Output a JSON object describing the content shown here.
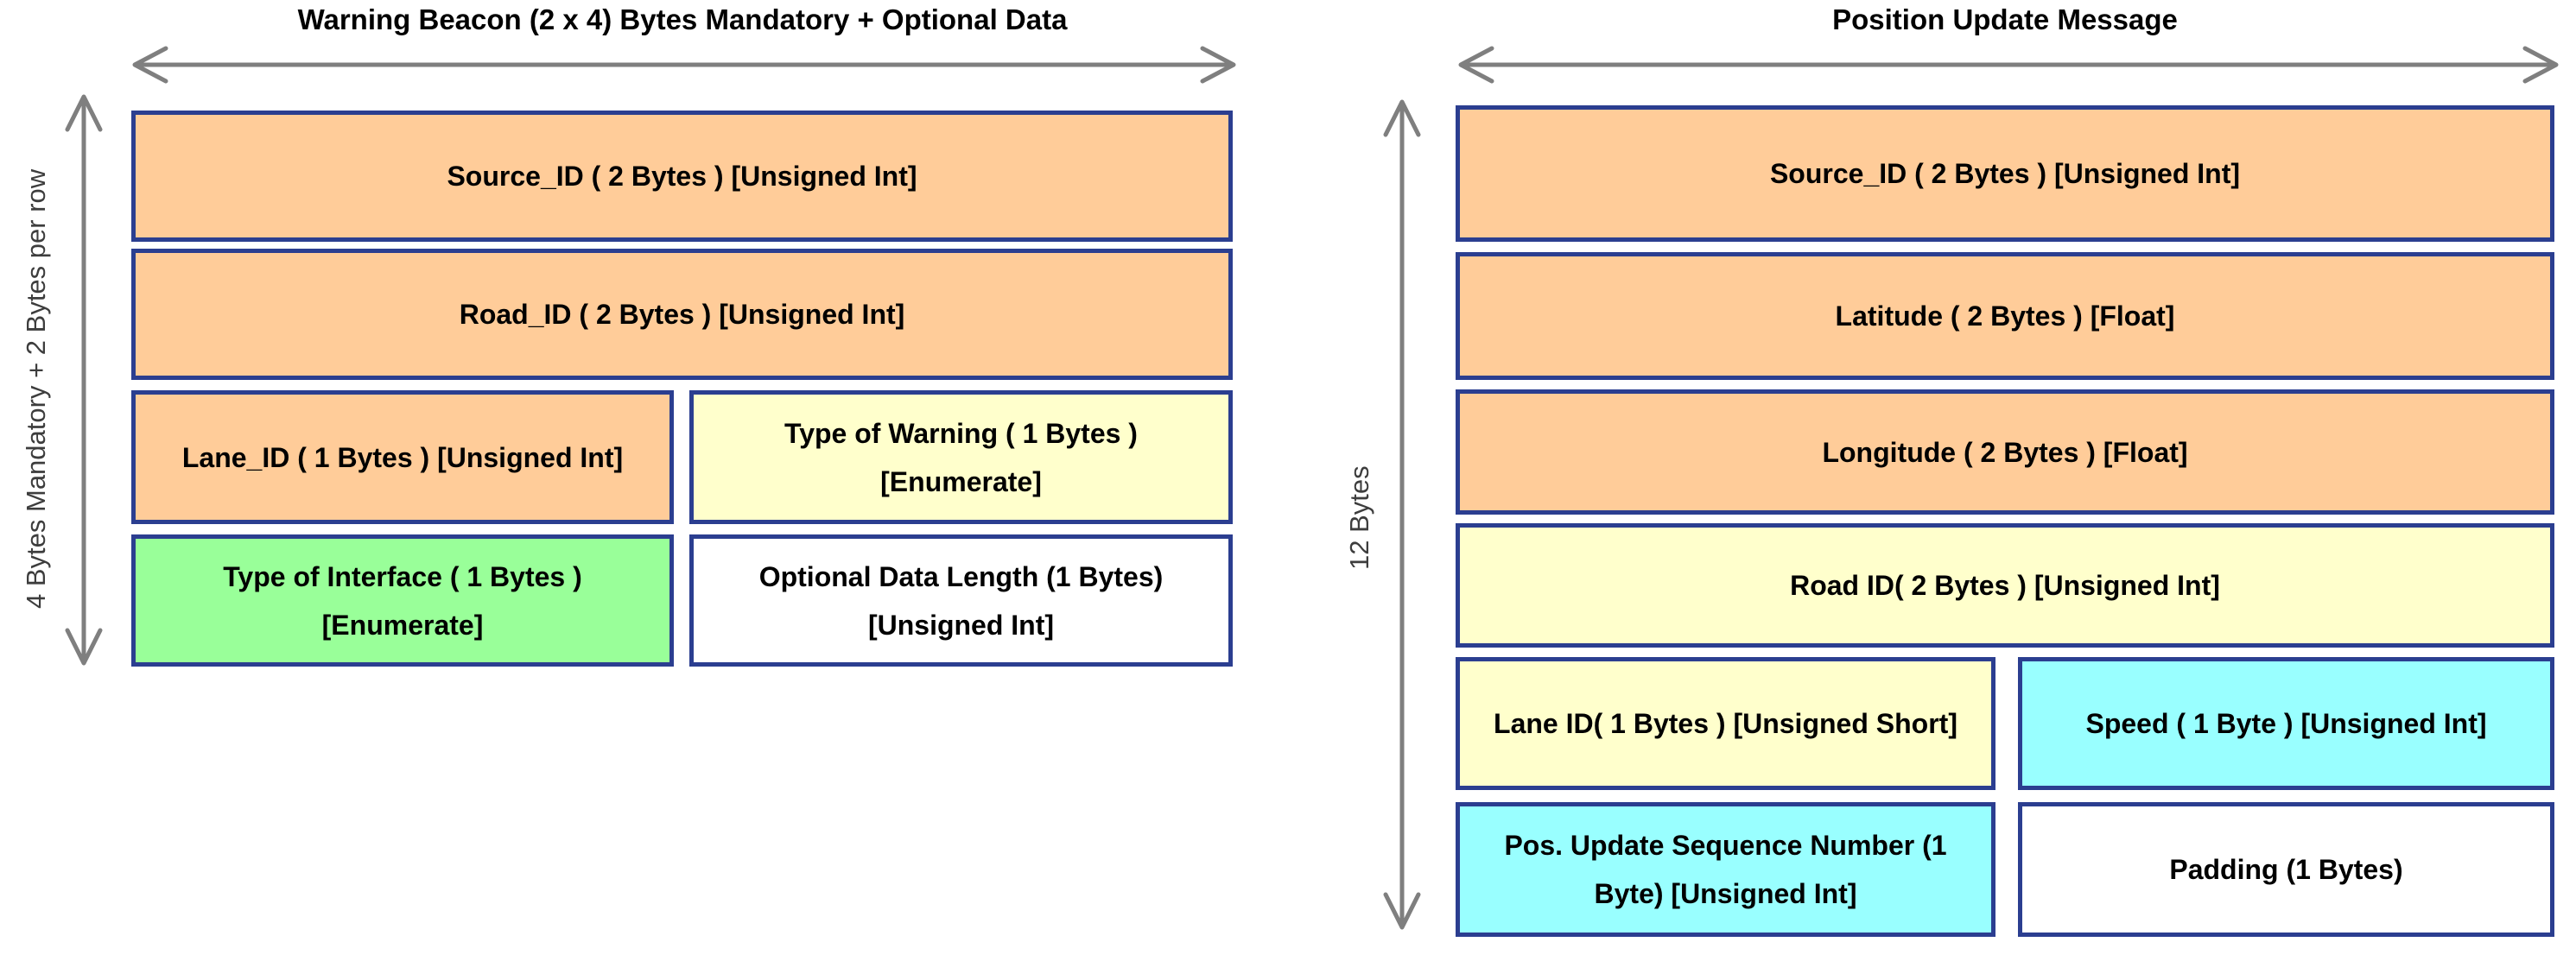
{
  "palette": {
    "orange": "#FFCC99",
    "yellow": "#FFFFCC",
    "green": "#99FF99",
    "cyan": "#99FFFF",
    "white": "#FFFFFF",
    "border_navy": "#2B3E90",
    "arrow_gray": "#7F7F7F",
    "side_label_gray": "#3D3D3D"
  },
  "left_panel": {
    "title": "Warning Beacon (2 x 4) Bytes Mandatory + Optional Data",
    "side_label": "4 Bytes Mandatory + 2 Bytes per row",
    "fields": [
      {
        "label": "Source_ID ( 2 Bytes ) [Unsigned Int]",
        "color": "orange"
      },
      {
        "label": "Road_ID ( 2 Bytes ) [Unsigned Int]",
        "color": "orange"
      },
      {
        "label": "Lane_ID ( 1 Bytes ) [Unsigned Int]",
        "color": "orange"
      },
      {
        "label": "Type of Warning ( 1 Bytes ) [Enumerate]",
        "color": "yellow"
      },
      {
        "label": "Type of Interface ( 1 Bytes ) [Enumerate]",
        "color": "green"
      },
      {
        "label": "Optional Data Length (1 Bytes) [Unsigned Int]",
        "color": "white"
      }
    ]
  },
  "right_panel": {
    "title": "Position Update Message",
    "side_label": "12 Bytes",
    "fields": [
      {
        "label": "Source_ID ( 2 Bytes ) [Unsigned Int]",
        "color": "orange"
      },
      {
        "label": "Latitude ( 2 Bytes ) [Float]",
        "color": "orange"
      },
      {
        "label": "Longitude ( 2 Bytes ) [Float]",
        "color": "orange"
      },
      {
        "label": "Road ID( 2 Bytes ) [Unsigned Int]",
        "color": "yellow"
      },
      {
        "label": "Lane ID( 1 Bytes ) [Unsigned Short]",
        "color": "yellow"
      },
      {
        "label": "Speed ( 1 Byte ) [Unsigned Int]",
        "color": "cyan"
      },
      {
        "label": "Pos. Update Sequence Number (1 Byte) [Unsigned Int]",
        "color": "cyan"
      },
      {
        "label": "Padding (1 Bytes)",
        "color": "white"
      }
    ]
  }
}
